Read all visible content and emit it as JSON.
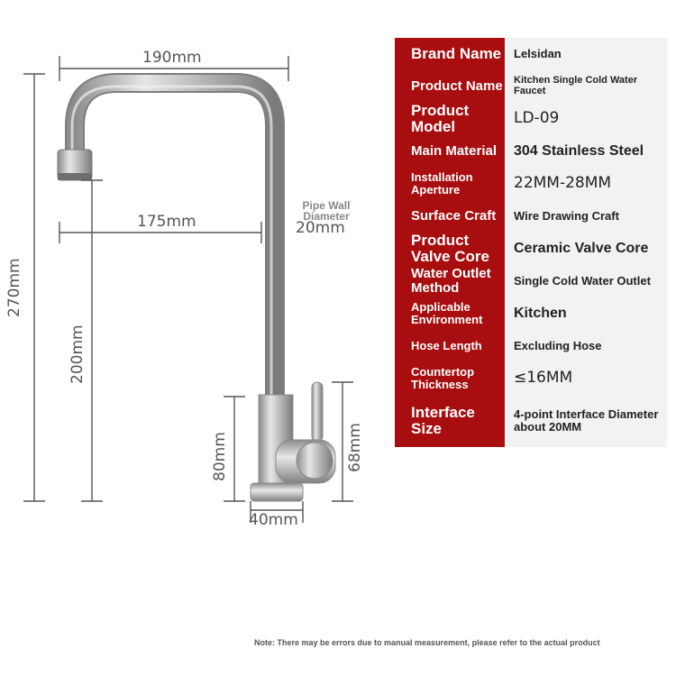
{
  "dimensions": {
    "spout_width": "190mm",
    "reach": "175mm",
    "pipe_wall_label": "Pipe Wall Diameter",
    "pipe_diameter": "20mm",
    "total_height": "270mm",
    "spout_height": "200mm",
    "base_height": "80mm",
    "handle_height": "68mm",
    "base_diameter": "40mm"
  },
  "specs": [
    {
      "key": "Brand Name",
      "value": "Lelsidan"
    },
    {
      "key": "Product Name",
      "value": "Kitchen Single Cold Water Faucet"
    },
    {
      "key": "Product Model",
      "value": "LD-09"
    },
    {
      "key": "Main Material",
      "value": "304 Stainless Steel"
    },
    {
      "key": "Installation Aperture",
      "value": "22MM-28MM"
    },
    {
      "key": "Surface Craft",
      "value": "Wire Drawing Craft"
    },
    {
      "key": "Product Valve Core",
      "value": "Ceramic Valve Core"
    },
    {
      "key": "Water Outlet Method",
      "value": "Single Cold Water Outlet"
    },
    {
      "key": "Applicable Environment",
      "value": "Kitchen"
    },
    {
      "key": "Hose Length",
      "value": "Excluding Hose"
    },
    {
      "key": "Countertop Thickness",
      "value": "≤16MM"
    },
    {
      "key": "Interface Size",
      "value": "4-point Interface Diameter about 20MM"
    }
  ],
  "note": "Note: There may be errors due to manual measurement, please refer to the actual product",
  "colors": {
    "key_bg": "#a80d0f",
    "value_bg": "#f2f2f2"
  }
}
